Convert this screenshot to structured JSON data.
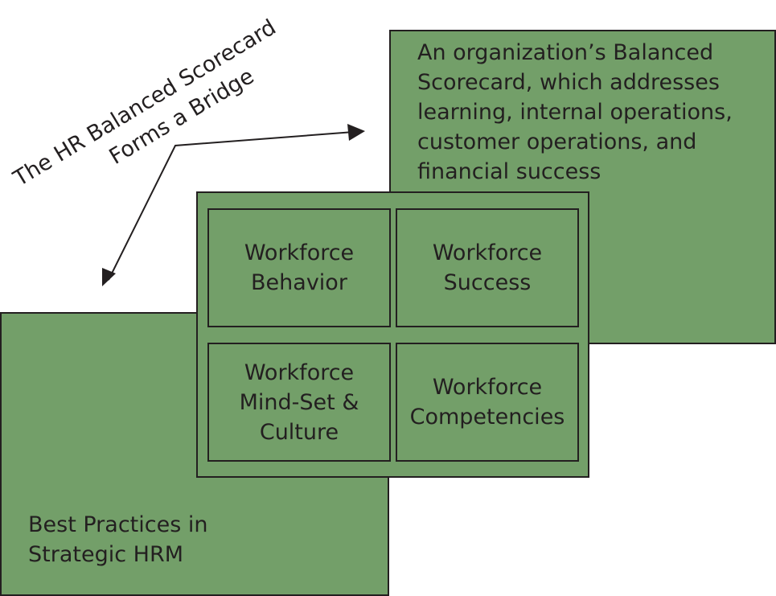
{
  "title": {
    "line1": "The HR Balanced Scorecard",
    "line2": "Forms a Bridge"
  },
  "scorecard_box": {
    "text": "An organization’s Balanced\nScorecard, which addresses\nlearning, internal operations,\ncustomer operations, and\nfinancial success"
  },
  "hrm_box": {
    "text": "Best Practices in\nStrategic HRM"
  },
  "center_grid": {
    "cells": [
      {
        "label": "Workforce\nBehavior"
      },
      {
        "label": "Workforce\nSuccess"
      },
      {
        "label": "Workforce\nMind-Set &\nCulture"
      },
      {
        "label": "Workforce\nCompetencies"
      }
    ]
  },
  "colors": {
    "box_fill": "#739f69",
    "outline": "#231f20",
    "text": "#231f20",
    "background": "#ffffff"
  }
}
